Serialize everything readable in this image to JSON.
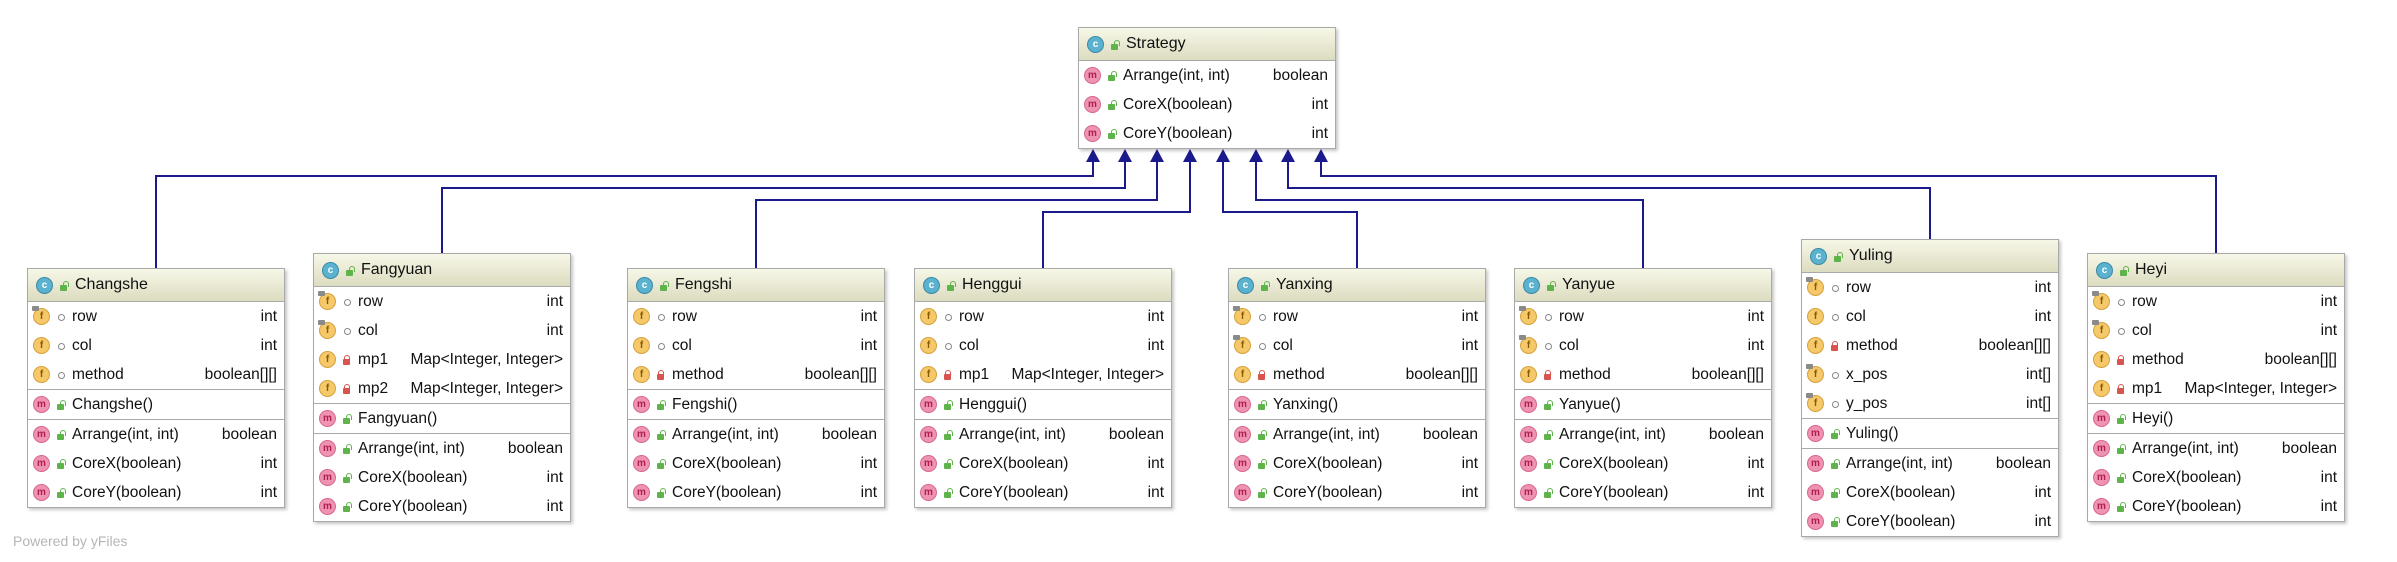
{
  "footer": "Powered by yFiles",
  "interface": {
    "name": "Strategy",
    "methods": [
      {
        "name": "Arrange(int, int)",
        "type": "boolean"
      },
      {
        "name": "CoreX(boolean)",
        "type": "int"
      },
      {
        "name": "CoreY(boolean)",
        "type": "int"
      }
    ]
  },
  "classes": [
    {
      "name": "Changshe",
      "fields": [
        {
          "name": "row",
          "type": "int",
          "vis": "pkg",
          "final": true
        },
        {
          "name": "col",
          "type": "int",
          "vis": "pkg",
          "final": false
        },
        {
          "name": "method",
          "type": "boolean[][]",
          "vis": "pkg",
          "final": false
        }
      ],
      "constructors": [
        {
          "name": "Changshe()",
          "type": ""
        }
      ],
      "methods": [
        {
          "name": "Arrange(int, int)",
          "type": "boolean"
        },
        {
          "name": "CoreX(boolean)",
          "type": "int"
        },
        {
          "name": "CoreY(boolean)",
          "type": "int"
        }
      ]
    },
    {
      "name": "Fangyuan",
      "fields": [
        {
          "name": "row",
          "type": "int",
          "vis": "pkg",
          "final": true
        },
        {
          "name": "col",
          "type": "int",
          "vis": "pkg",
          "final": true
        },
        {
          "name": "mp1",
          "type": "Map<Integer, Integer>",
          "vis": "priv",
          "final": false
        },
        {
          "name": "mp2",
          "type": "Map<Integer, Integer>",
          "vis": "priv",
          "final": false
        }
      ],
      "constructors": [
        {
          "name": "Fangyuan()",
          "type": ""
        }
      ],
      "methods": [
        {
          "name": "Arrange(int, int)",
          "type": "boolean"
        },
        {
          "name": "CoreX(boolean)",
          "type": "int"
        },
        {
          "name": "CoreY(boolean)",
          "type": "int"
        }
      ]
    },
    {
      "name": "Fengshi",
      "fields": [
        {
          "name": "row",
          "type": "int",
          "vis": "pkg",
          "final": false
        },
        {
          "name": "col",
          "type": "int",
          "vis": "pkg",
          "final": false
        },
        {
          "name": "method",
          "type": "boolean[][]",
          "vis": "priv",
          "final": false
        }
      ],
      "constructors": [
        {
          "name": "Fengshi()",
          "type": ""
        }
      ],
      "methods": [
        {
          "name": "Arrange(int, int)",
          "type": "boolean"
        },
        {
          "name": "CoreX(boolean)",
          "type": "int"
        },
        {
          "name": "CoreY(boolean)",
          "type": "int"
        }
      ]
    },
    {
      "name": "Henggui",
      "fields": [
        {
          "name": "row",
          "type": "int",
          "vis": "pkg",
          "final": false
        },
        {
          "name": "col",
          "type": "int",
          "vis": "pkg",
          "final": false
        },
        {
          "name": "mp1",
          "type": "Map<Integer, Integer>",
          "vis": "priv",
          "final": false
        }
      ],
      "constructors": [
        {
          "name": "Henggui()",
          "type": ""
        }
      ],
      "methods": [
        {
          "name": "Arrange(int, int)",
          "type": "boolean"
        },
        {
          "name": "CoreX(boolean)",
          "type": "int"
        },
        {
          "name": "CoreY(boolean)",
          "type": "int"
        }
      ]
    },
    {
      "name": "Yanxing",
      "fields": [
        {
          "name": "row",
          "type": "int",
          "vis": "pkg",
          "final": true
        },
        {
          "name": "col",
          "type": "int",
          "vis": "pkg",
          "final": true
        },
        {
          "name": "method",
          "type": "boolean[][]",
          "vis": "priv",
          "final": false
        }
      ],
      "constructors": [
        {
          "name": "Yanxing()",
          "type": ""
        }
      ],
      "methods": [
        {
          "name": "Arrange(int, int)",
          "type": "boolean"
        },
        {
          "name": "CoreX(boolean)",
          "type": "int"
        },
        {
          "name": "CoreY(boolean)",
          "type": "int"
        }
      ]
    },
    {
      "name": "Yanyue",
      "fields": [
        {
          "name": "row",
          "type": "int",
          "vis": "pkg",
          "final": true
        },
        {
          "name": "col",
          "type": "int",
          "vis": "pkg",
          "final": true
        },
        {
          "name": "method",
          "type": "boolean[][]",
          "vis": "priv",
          "final": false
        }
      ],
      "constructors": [
        {
          "name": "Yanyue()",
          "type": ""
        }
      ],
      "methods": [
        {
          "name": "Arrange(int, int)",
          "type": "boolean"
        },
        {
          "name": "CoreX(boolean)",
          "type": "int"
        },
        {
          "name": "CoreY(boolean)",
          "type": "int"
        }
      ]
    },
    {
      "name": "Yuling",
      "fields": [
        {
          "name": "row",
          "type": "int",
          "vis": "pkg",
          "final": true
        },
        {
          "name": "col",
          "type": "int",
          "vis": "pkg",
          "final": false
        },
        {
          "name": "method",
          "type": "boolean[][]",
          "vis": "priv",
          "final": false
        },
        {
          "name": "x_pos",
          "type": "int[]",
          "vis": "pkg",
          "final": true
        },
        {
          "name": "y_pos",
          "type": "int[]",
          "vis": "pkg",
          "final": true
        }
      ],
      "constructors": [
        {
          "name": "Yuling()",
          "type": ""
        }
      ],
      "methods": [
        {
          "name": "Arrange(int, int)",
          "type": "boolean"
        },
        {
          "name": "CoreX(boolean)",
          "type": "int"
        },
        {
          "name": "CoreY(boolean)",
          "type": "int"
        }
      ]
    },
    {
      "name": "Heyi",
      "fields": [
        {
          "name": "row",
          "type": "int",
          "vis": "pkg",
          "final": true
        },
        {
          "name": "col",
          "type": "int",
          "vis": "pkg",
          "final": true
        },
        {
          "name": "method",
          "type": "boolean[][]",
          "vis": "priv",
          "final": false
        },
        {
          "name": "mp1",
          "type": "Map<Integer, Integer>",
          "vis": "priv",
          "final": false
        }
      ],
      "constructors": [
        {
          "name": "Heyi()",
          "type": ""
        }
      ],
      "methods": [
        {
          "name": "Arrange(int, int)",
          "type": "boolean"
        },
        {
          "name": "CoreX(boolean)",
          "type": "int"
        },
        {
          "name": "CoreY(boolean)",
          "type": "int"
        }
      ]
    }
  ]
}
